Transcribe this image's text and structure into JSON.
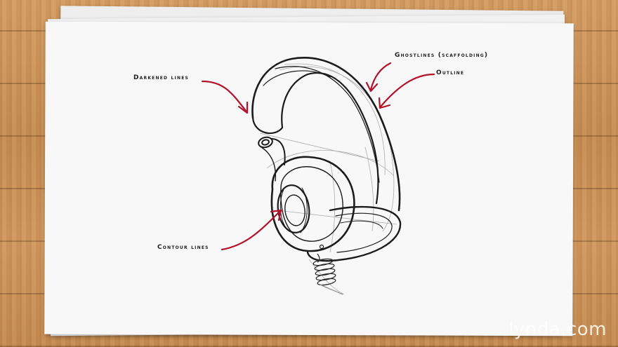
{
  "labels": {
    "darkened": "Darkened lines",
    "ghostlines": "Ghostlines (scaffolding)",
    "outline": "Outline",
    "contour": "Contour lines"
  },
  "watermark": "lynda.com",
  "colors": {
    "annotation_arrow": "#b3122a",
    "ink": "#1b1b1b",
    "paper": "#f8f8f8",
    "desk": "#c9935a"
  }
}
